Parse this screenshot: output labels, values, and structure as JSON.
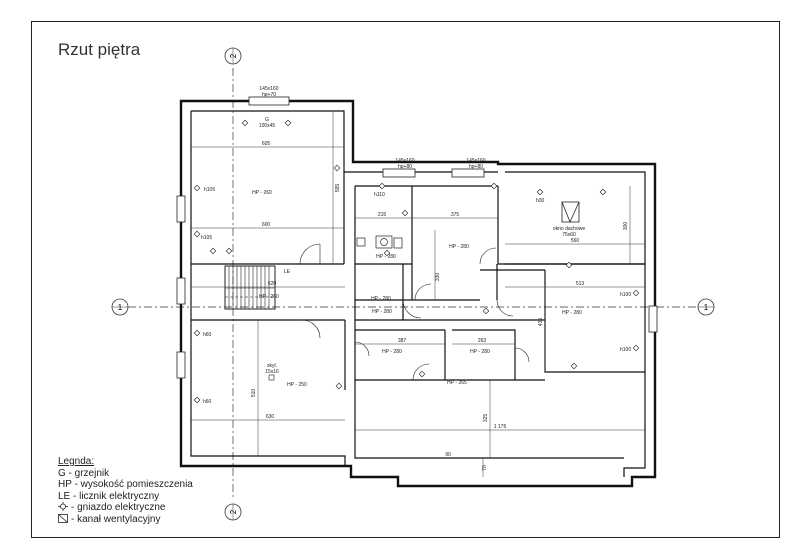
{
  "title": "Rzut piętra",
  "axes": {
    "axis1": "1",
    "axis2": "2"
  },
  "legend": {
    "heading": "Legnda:",
    "items": [
      {
        "text": "G - grzejnik",
        "icon": "none"
      },
      {
        "text": "HP - wysokość pomieszczenia",
        "icon": "none"
      },
      {
        "text": "LE - licznik elektryczny",
        "icon": "none"
      },
      {
        "text": "- gniazdo elektryczne",
        "icon": "socket-icon"
      },
      {
        "text": "- kanał wentylacyjny",
        "icon": "vent-icon"
      }
    ]
  },
  "rooms": [
    {
      "id": "r1",
      "label": "HP - 260"
    },
    {
      "id": "r2",
      "label": "HP - 260"
    },
    {
      "id": "r3",
      "label": "HP - 280"
    },
    {
      "id": "r4",
      "label": "HP - 280"
    },
    {
      "id": "r5",
      "label": "HP - 280"
    },
    {
      "id": "r6",
      "label": "HP - 280"
    },
    {
      "id": "r7",
      "label": "HP - 280"
    },
    {
      "id": "r8",
      "label": "HP - 280"
    },
    {
      "id": "r9",
      "label": "HP - 280"
    },
    {
      "id": "r10",
      "label": "HP - 250"
    },
    {
      "id": "r11",
      "label": "HP - 265"
    }
  ],
  "dimensions": {
    "d605": "605",
    "d600": "600",
    "d595": "595",
    "d215": "215",
    "d375": "375",
    "d560": "560",
    "d300": "300",
    "d330": "330",
    "d513": "513",
    "d620": "620",
    "d387": "387",
    "d263": "263",
    "d435": "435",
    "d630": "630",
    "d510": "510",
    "d1175": "1 175",
    "d325": "325",
    "d90": "90",
    "d70": "70"
  },
  "windows": {
    "w1": "145x160",
    "w1b": "hp+70",
    "w2": "145x160",
    "w2b": "hp+80",
    "w3": "145x160",
    "w3b": "hp+80",
    "roofwin": "okno dachowe",
    "roofwin_size": "75x60"
  },
  "fixtures": {
    "radiator1": "G",
    "radiator1_size": "100x45",
    "meter": "LE",
    "stair_label": "skyl.",
    "stair_size": "15x16"
  },
  "socket_heights": [
    "h105",
    "h110",
    "h30",
    "h60",
    "h100"
  ]
}
